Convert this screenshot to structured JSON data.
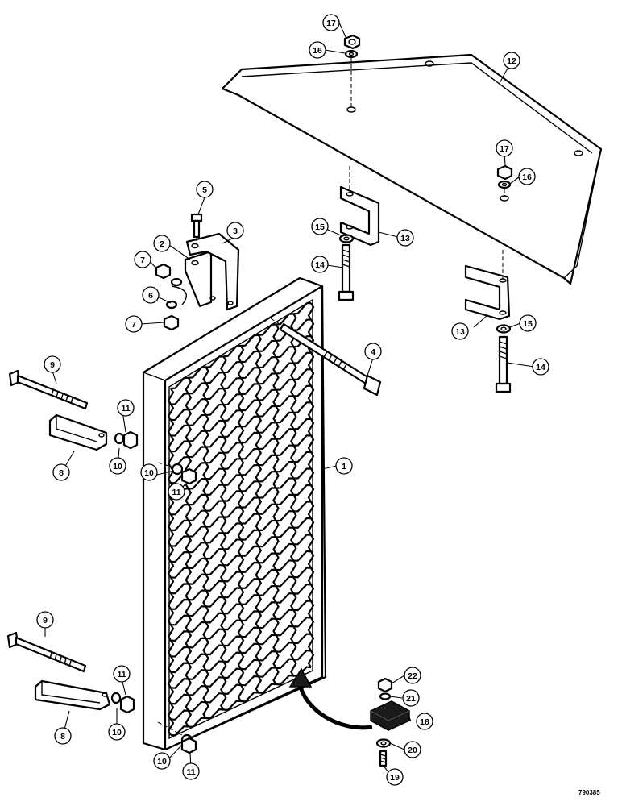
{
  "figure_id": "790385",
  "callouts": {
    "c1": "1",
    "c2": "2",
    "c3": "3",
    "c4": "4",
    "c5": "5",
    "c6": "6",
    "c7a": "7",
    "c7b": "7",
    "c8a": "8",
    "c8b": "8",
    "c9a": "9",
    "c9b": "9",
    "c10a": "10",
    "c10b": "10",
    "c10c": "10",
    "c10d": "10",
    "c11a": "11",
    "c11b": "11",
    "c11c": "11",
    "c11d": "11",
    "c12": "12",
    "c13a": "13",
    "c13b": "13",
    "c14a": "14",
    "c14b": "14",
    "c15a": "15",
    "c15b": "15",
    "c16a": "16",
    "c16b": "16",
    "c17a": "17",
    "c17b": "17",
    "c18": "18",
    "c19": "19",
    "c20": "20",
    "c21": "21",
    "c22": "22"
  }
}
